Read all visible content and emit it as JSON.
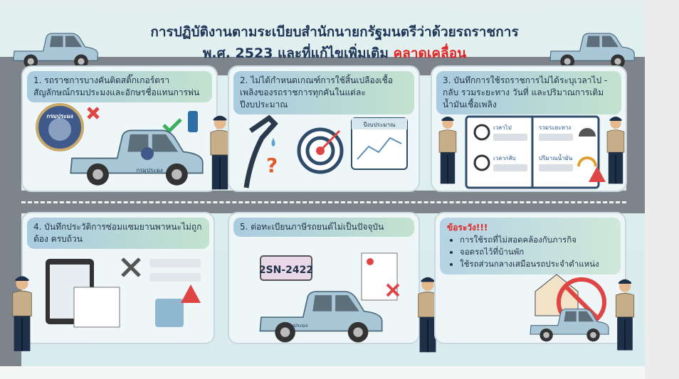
{
  "title": {
    "line1": "การปฏิบัติงานตามระเบียบสำนักนายกรัฐมนตรีว่าด้วยรถราชการ",
    "line2_prefix": "พ.ศ. 2523 และที่แก้ไขเพิ่มเติม",
    "line2_highlight": "คลาดเคลื่อน"
  },
  "colors": {
    "highlight": "#e02424",
    "road": "#7d848b",
    "truck": "#a9c7d6"
  },
  "panels": [
    {
      "heading": "1. รถราชการบางคันติดสติ๊กเกอร์ตราสัญลักษณ์กรมประมงและอักษรชื่อแทนการพ่น",
      "sticker_text": "กรมประมง",
      "door_text": "กรมประมง"
    },
    {
      "heading": "2. ไม่ได้กำหนดเกณฑ์การใช้สิ้นเปลืองเชื้อเพลิงของรถราชการทุกคันในแต่ละปีงบประมาณ",
      "calendar_label": "ปีงบประมาณ"
    },
    {
      "heading": "3. บันทึกการใช้รถราชการไม่ได้ระบุเวลาไป - กลับ รวมระยะทาง วันที่ และปริมาณการเติมน้ำมันเชื้อเพลิง",
      "fields": [
        "เวลาไป",
        "รวมระยะทาง",
        "เวลากลับ",
        "ปริมาณน้ำมัน"
      ]
    },
    {
      "heading": "4. บันทึกประวัติการซ่อมแซมยานพาหนะไม่ถูกต้อง ครบถ้วน"
    },
    {
      "heading": "5. ต่อทะเบียนภาษีรถยนต์ไม่เป็นปัจจุบัน",
      "plate": "2SN-2422",
      "door_text": "กรมประมง"
    },
    {
      "warning_title": "ข้อระวัง!!!",
      "items": [
        "การใช้รถที่ไม่สอดคล้องกับภารกิจ",
        "จอดรถไว้ที่บ้านพัก",
        "ใช้รถส่วนกลางเสมือนรถประจำตำแหน่ง"
      ]
    }
  ]
}
